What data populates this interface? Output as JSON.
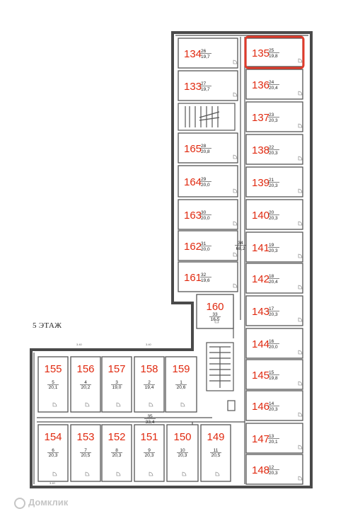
{
  "floor_label": "5 ЭТАЖ",
  "watermark": "Домклик",
  "highlight": {
    "room": "135",
    "color": "#e03a2a"
  },
  "colors": {
    "room_number": "#e02a10",
    "wall": "#4a4a4a"
  },
  "rooms": [
    {
      "num": "134",
      "idx": "26",
      "area": "19,7"
    },
    {
      "num": "133",
      "idx": "27",
      "area": "19,7"
    },
    {
      "num": "165",
      "idx": "28",
      "area": "20,8"
    },
    {
      "num": "164",
      "idx": "29",
      "area": "20,0"
    },
    {
      "num": "163",
      "idx": "30",
      "area": "20,0"
    },
    {
      "num": "162",
      "idx": "31",
      "area": "20,0"
    },
    {
      "num": "161",
      "idx": "32",
      "area": "19,6"
    },
    {
      "num": "160",
      "idx": "33",
      "area": "16,5"
    },
    {
      "num": "135",
      "idx": "25",
      "area": "19,8"
    },
    {
      "num": "136",
      "idx": "24",
      "area": "20,4"
    },
    {
      "num": "137",
      "idx": "23",
      "area": "20,3"
    },
    {
      "num": "138",
      "idx": "22",
      "area": "20,3"
    },
    {
      "num": "139",
      "idx": "21",
      "area": "20,3"
    },
    {
      "num": "140",
      "idx": "20",
      "area": "20,3"
    },
    {
      "num": "141",
      "idx": "19",
      "area": "20,3"
    },
    {
      "num": "142",
      "idx": "18",
      "area": "20,4"
    },
    {
      "num": "143",
      "idx": "17",
      "area": "20,3"
    },
    {
      "num": "144",
      "idx": "16",
      "area": "20,0"
    },
    {
      "num": "145",
      "idx": "15",
      "area": "19,8"
    },
    {
      "num": "146",
      "idx": "14",
      "area": "20,3"
    },
    {
      "num": "147",
      "idx": "13",
      "area": "20,1"
    },
    {
      "num": "148",
      "idx": "12",
      "area": "20,3"
    },
    {
      "num": "155",
      "idx": "5",
      "area": "20,1"
    },
    {
      "num": "156",
      "idx": "4",
      "area": "20,2"
    },
    {
      "num": "157",
      "idx": "3",
      "area": "19,0"
    },
    {
      "num": "158",
      "idx": "2",
      "area": "19,4"
    },
    {
      "num": "159",
      "idx": "1",
      "area": "20,6"
    },
    {
      "num": "154",
      "idx": "6",
      "area": "20,3"
    },
    {
      "num": "153",
      "idx": "7",
      "area": "20,5"
    },
    {
      "num": "152",
      "idx": "8",
      "area": "20,3"
    },
    {
      "num": "151",
      "idx": "9",
      "area": "20,3"
    },
    {
      "num": "150",
      "idx": "10",
      "area": "20,3"
    },
    {
      "num": "149",
      "idx": "11",
      "area": "20,5"
    }
  ],
  "corridors": [
    {
      "idx": "34",
      "area": "68,2"
    },
    {
      "idx": "35",
      "area": "33,4"
    }
  ]
}
